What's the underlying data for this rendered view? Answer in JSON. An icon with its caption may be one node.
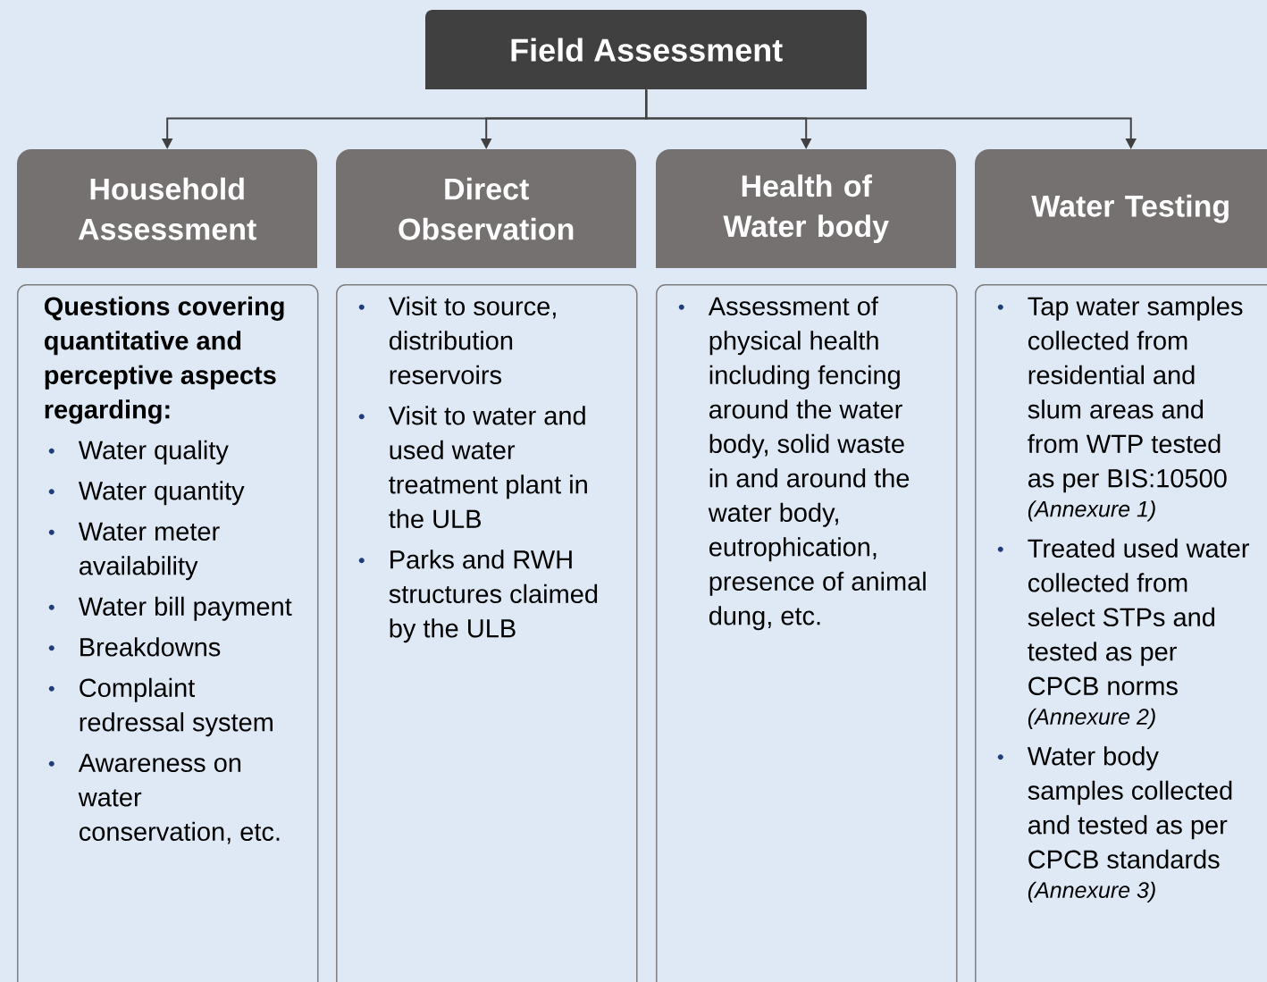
{
  "diagram": {
    "nodes": [
      {
        "text": [
          "Field Assessment"
        ]
      },
      {
        "text": [
          "Household Assessment"
        ]
      },
      {
        "text": [
          "Direct Observation"
        ]
      },
      {
        "text": [
          "Health of Water body"
        ]
      },
      {
        "text": [
          "Water Testing"
        ]
      },
      {
        "text": [
          "Questions covering quantitative and perceptive aspects regarding:",
          "Water quality",
          "Water quantity",
          "Water meter availability",
          "Water bill payment",
          "Breakdowns",
          "Complaint redressal system",
          "Awareness on water conservation, etc."
        ]
      },
      {
        "text": [
          "Visit to source, distribution reservoirs",
          "Visit to water and used water treatment plant in the ULB",
          "Parks and RWH structures claimed by the ULB"
        ]
      },
      {
        "text": [
          "Assessment of physical health including fencing around the water body, solid waste in and around the water body, eutrophication, presence of animal dung, etc."
        ]
      },
      {
        "text": [
          "Tap water samples collected from residential and slum areas and from WTP tested as per BIS:10500",
          "(Annexure 1)",
          "Treated used water collected from select STPs and tested as per CPCB norms",
          "(Annexure 2)",
          "Water body samples collected and tested as per CPCB standards",
          "(Annexure 3)"
        ]
      }
    ],
    "edges": [
      {
        "from": 0,
        "to": 1,
        "arrow": "to"
      },
      {
        "from": 0,
        "to": 2,
        "arrow": "to"
      },
      {
        "from": 0,
        "to": 3,
        "arrow": "to"
      },
      {
        "from": 0,
        "to": 4,
        "arrow": "to"
      }
    ]
  }
}
